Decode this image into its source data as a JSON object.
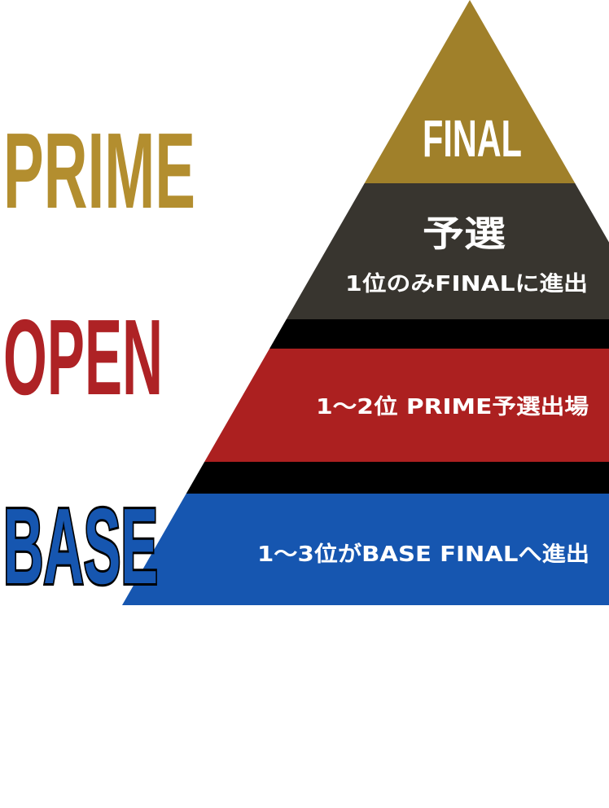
{
  "tiers": {
    "prime": {
      "label": "PRIME",
      "color": "#B38E2F"
    },
    "open": {
      "label": "OPEN",
      "color": "#AE2225"
    },
    "base": {
      "label": "BASE",
      "color": "#1656B0",
      "outline": "#000000"
    }
  },
  "pyramid": {
    "final": {
      "text": "FINAL",
      "color": "#A0802A"
    },
    "qualifier": {
      "title": "予選",
      "text": "1位のみFINALに進出",
      "color": "#38352F"
    },
    "open_band": {
      "text": "1〜2位 PRIME予選出場",
      "color": "#AC2020"
    },
    "base_band": {
      "text": "1〜3位がBASE FINALへ進出",
      "color": "#1656B0"
    },
    "separator_color": "#000000"
  }
}
